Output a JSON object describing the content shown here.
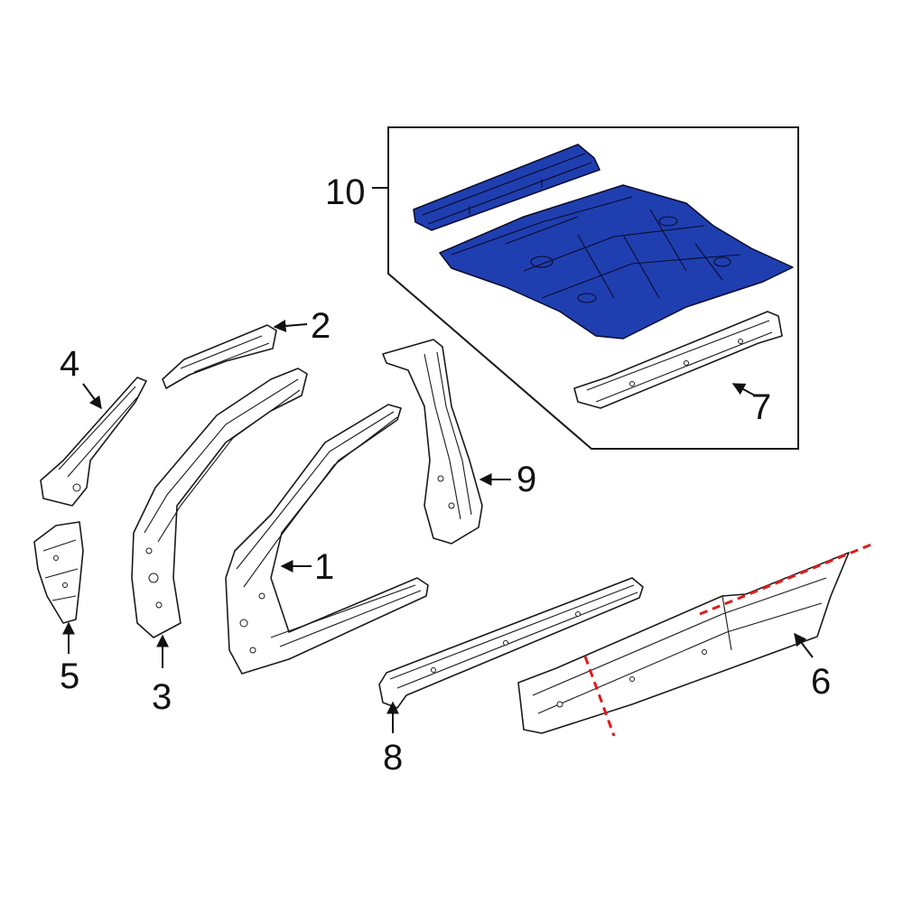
{
  "colors": {
    "highlight_part": "#1f3fb0",
    "line": "#1a1a1a",
    "cut_line": "#e01b1b",
    "background": "#ffffff"
  },
  "callouts": {
    "c1": "1",
    "c2": "2",
    "c3": "3",
    "c4": "4",
    "c5": "5",
    "c6": "6",
    "c7": "7",
    "c8": "8",
    "c9": "9",
    "c10": "10"
  },
  "highlighted_callout": "10"
}
